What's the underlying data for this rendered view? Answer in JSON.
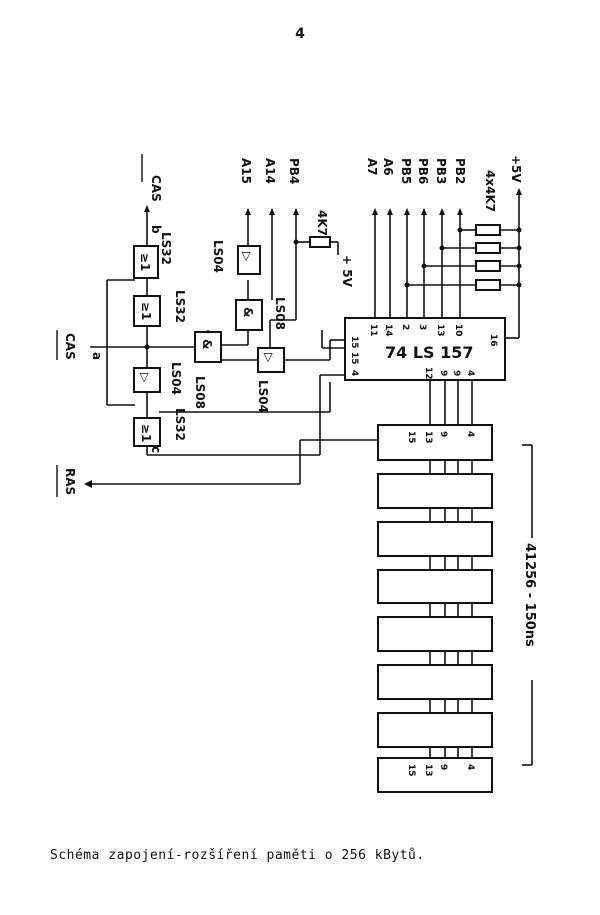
{
  "page_number": "4",
  "caption": "Schéma zapojení-rozšíření paměti o 256 kBytů.",
  "signals": {
    "cas_top": "CAS",
    "cas_mid": "CAS",
    "ras": "RAS",
    "node_a": "a",
    "node_b": "b",
    "node_c": "c",
    "a15": "A15",
    "a14": "A14",
    "pb4": "PB4",
    "a7": "A7",
    "a6": "A6",
    "pb5": "PB5",
    "pb6": "PB6",
    "pb3": "PB3",
    "pb2": "PB2",
    "vcc_top": "+5V",
    "vcc_pullup": "+ 5V",
    "resnet": "4x4K7",
    "res4k7": "4K7"
  },
  "gates": {
    "ls32_top": "LS32",
    "ls32_mid": "LS32",
    "ls32_bot": "LS32",
    "ls04_a": "LS04",
    "ls04_b": "LS04",
    "ls04_c": "LS04",
    "ls08_a": "LS08",
    "ls08_b": "LS08",
    "or_sym": "≥1",
    "and_sym": "&",
    "buf_sym": "▷"
  },
  "mux": {
    "name": "74 LS 157",
    "pins_in": [
      "11",
      "14",
      "2",
      "3",
      "13",
      "10"
    ],
    "pins_left": [
      "15",
      "15",
      "4"
    ],
    "pins_out": [
      "12",
      "9",
      "9",
      "4"
    ]
  },
  "ram": {
    "label": "41256 - 150ns",
    "chip_pins": [
      "15",
      "13",
      "9",
      "4"
    ]
  }
}
